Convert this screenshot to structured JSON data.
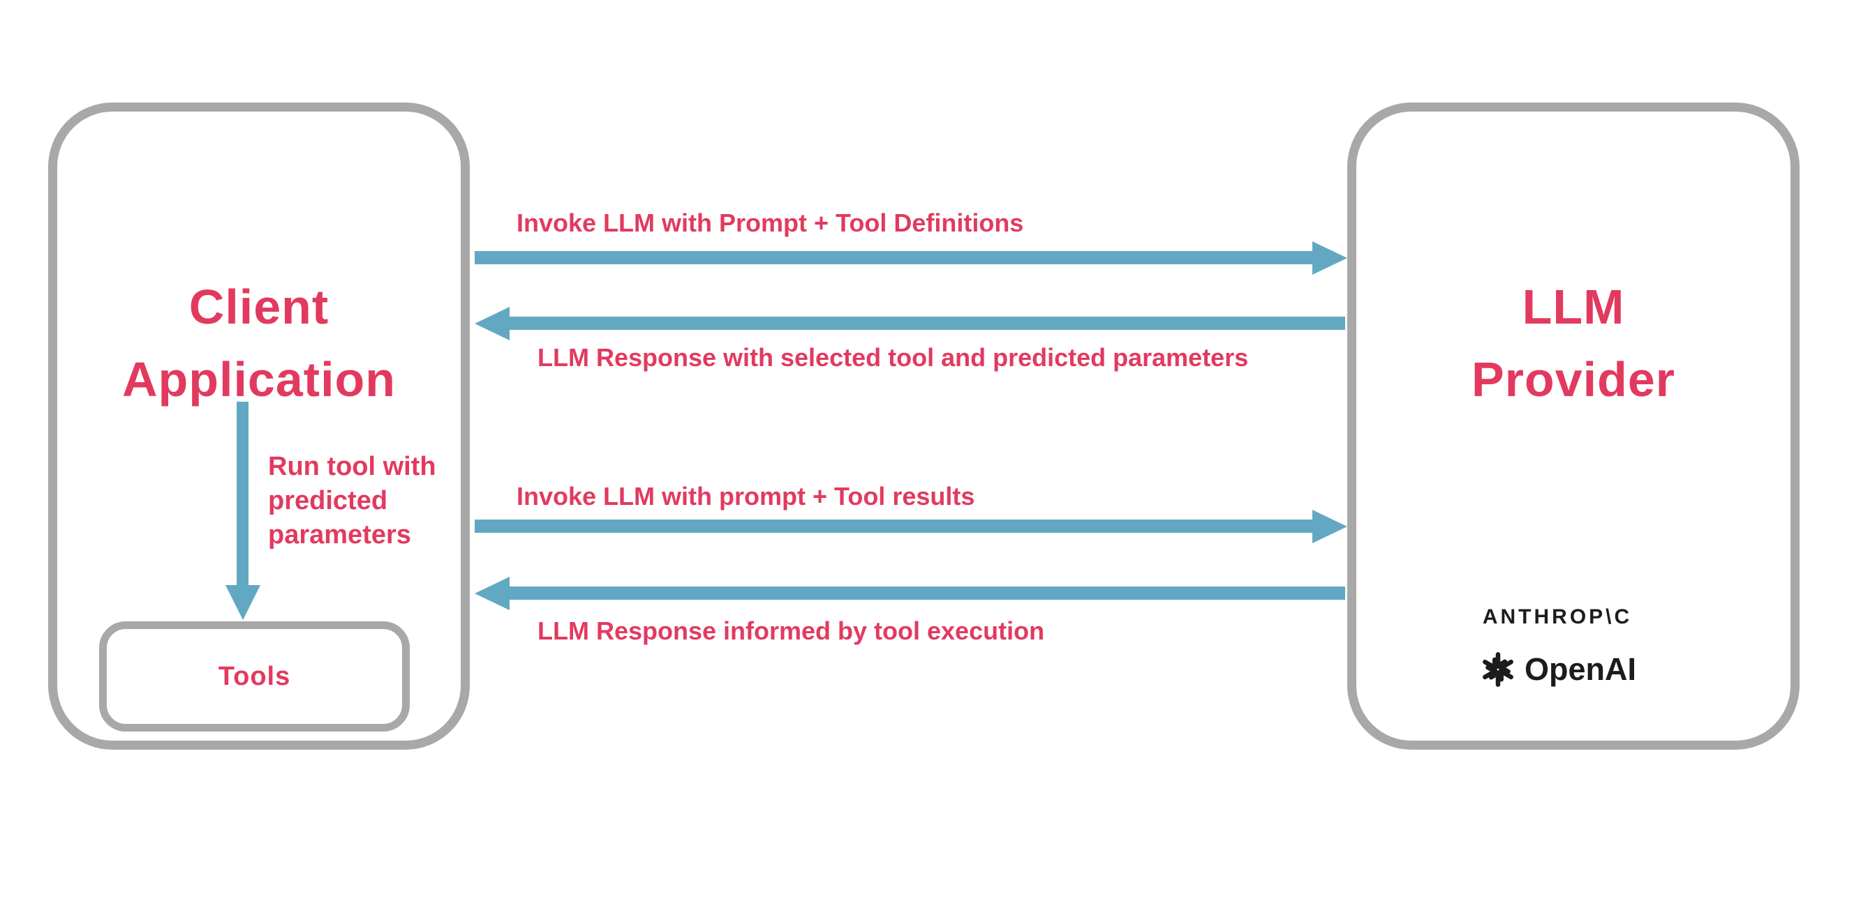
{
  "colors": {
    "pink": "#e23a5f",
    "blue": "#63a8c3",
    "gray": "#a8a8a8",
    "ink": "#1c1c1c"
  },
  "client_box": {
    "title": "Client Application"
  },
  "tools_box": {
    "label": "Tools"
  },
  "run_tool_note": "Run tool with predicted parameters",
  "provider_box": {
    "title": "LLM Provider",
    "anthropic_wordmark": "ANTHROP\\C",
    "openai_wordmark": "OpenAI"
  },
  "flows": [
    {
      "label": "Invoke LLM with Prompt + Tool Definitions",
      "direction": "right"
    },
    {
      "label": "LLM Response with selected tool and predicted parameters",
      "direction": "left"
    },
    {
      "label": "Invoke LLM with prompt + Tool results",
      "direction": "right"
    },
    {
      "label": "LLM Response informed by tool execution",
      "direction": "left"
    }
  ]
}
